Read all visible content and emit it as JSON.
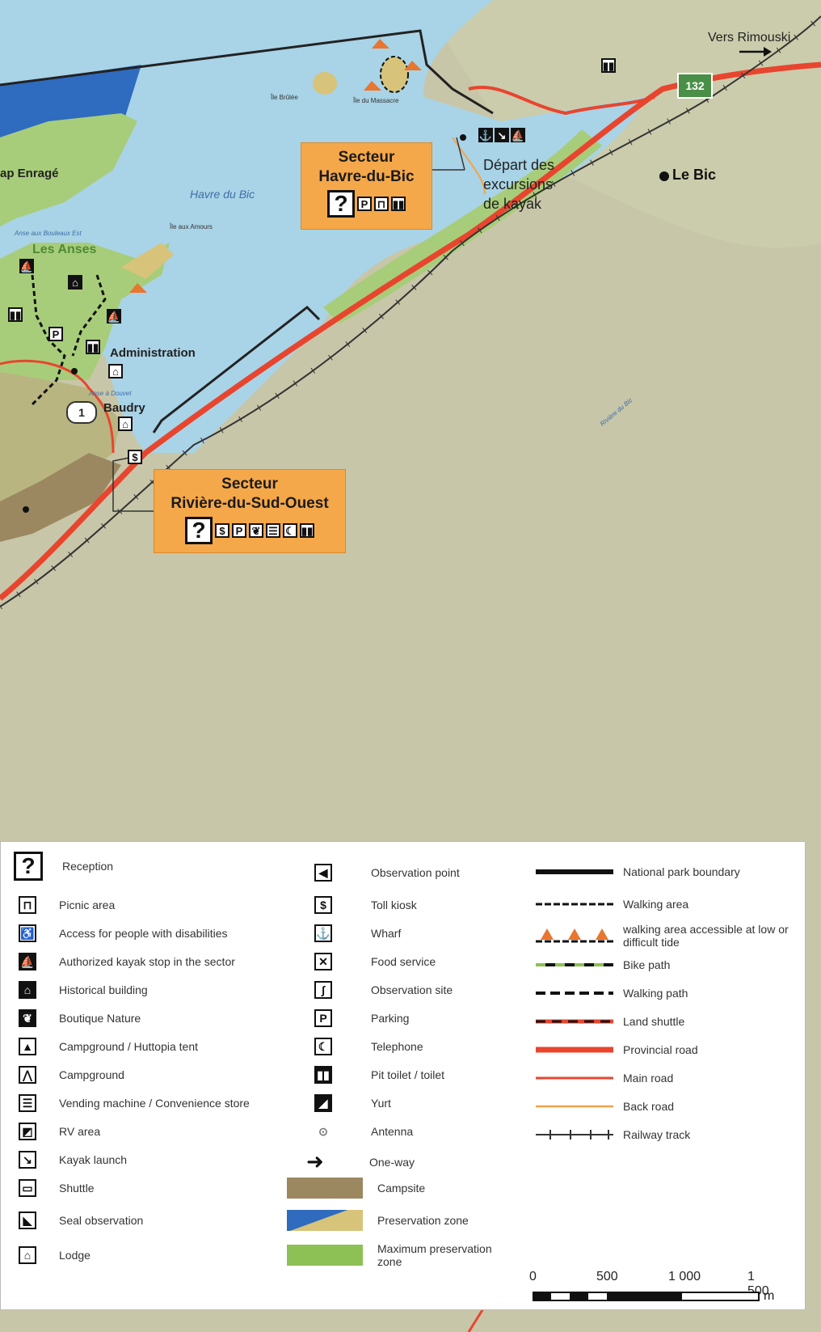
{
  "map": {
    "place_labels": {
      "vers_rimouski": "Vers Rimouski",
      "le_bic": "Le Bic",
      "cap_enrage": "ap Enragé",
      "les_anses": "Les Anses",
      "administration": "Administration",
      "baudry": "Baudry",
      "havre_du_bic": "Havre du Bic",
      "ile_aux_amours": "Île aux Amours",
      "ile_brulee": "Île Brûlée",
      "ile_du_massacre": "Île du Massacre",
      "anse_aux_bouleaux": "Anse aux Bouleaux Est",
      "anse_douvet": "Anse à Douvet",
      "depart_kayak": "Départ des excursions de kayak",
      "riviere_du_bic": "Rivière du Bic",
      "route_132": "132",
      "route_1": "1"
    },
    "sectors": [
      {
        "id": "havre-du-bic",
        "title_line1": "Secteur",
        "title_line2": "Havre-du-Bic",
        "icons": [
          "?",
          "P",
          "⊓",
          "▮▮"
        ]
      },
      {
        "id": "riviere-du-sud-ouest",
        "title_line1": "Secteur",
        "title_line2": "Rivière-du-Sud-Ouest",
        "icons": [
          "?",
          "$",
          "P",
          "❦",
          "☰",
          "☾",
          "▮▮"
        ]
      }
    ],
    "colors": {
      "water": "#a9d3e6",
      "land": "#c9c6a8",
      "park_green": "#a3cf7b",
      "provincial_road": "#e8452f",
      "sector_box": "#f5a84a",
      "campsite": "#9b8860"
    }
  },
  "legend": {
    "col1": [
      {
        "icon": "?",
        "label": "Reception"
      },
      {
        "icon": "⊓",
        "label": "Picnic area"
      },
      {
        "icon": "♿",
        "label": "Access for people with disabilities"
      },
      {
        "icon": "⛵",
        "label": "Authorized kayak stop in the sector"
      },
      {
        "icon": "⌂",
        "label": "Historical building"
      },
      {
        "icon": "❦",
        "label": "Boutique Nature"
      },
      {
        "icon": "▲",
        "label": "Campground / Huttopia tent"
      },
      {
        "icon": "⋀",
        "label": "Campground"
      },
      {
        "icon": "☰",
        "label": "Vending machine / Convenience store"
      },
      {
        "icon": "◩",
        "label": "RV area"
      },
      {
        "icon": "↘",
        "label": "Kayak launch"
      },
      {
        "icon": "▭",
        "label": "Shuttle"
      },
      {
        "icon": "◣",
        "label": "Seal observation"
      },
      {
        "icon": "⌂",
        "label": "Lodge"
      }
    ],
    "col2": [
      {
        "icon": "◀",
        "label": "Observation point"
      },
      {
        "icon": "$",
        "label": "Toll kiosk"
      },
      {
        "icon": "⚓",
        "label": "Wharf"
      },
      {
        "icon": "✕",
        "label": "Food service"
      },
      {
        "icon": "ʃ",
        "label": "Observation site"
      },
      {
        "icon": "P",
        "label": "Parking"
      },
      {
        "icon": "☾",
        "label": "Telephone"
      },
      {
        "icon": "▮▮",
        "label": "Pit toilet / toilet"
      },
      {
        "icon": "◢",
        "label": "Yurt"
      },
      {
        "icon": "⊙",
        "label": "Antenna"
      },
      {
        "icon": "➜",
        "label": "One-way"
      }
    ],
    "areas": [
      {
        "label": "Campsite"
      },
      {
        "label": "Preservation zone"
      },
      {
        "label": "Maximum preservation zone"
      }
    ],
    "col3": [
      {
        "label": "National park boundary"
      },
      {
        "label": "Walking area"
      },
      {
        "label": "walking area accessible at low or difficult tide"
      },
      {
        "label": "Bike path"
      },
      {
        "label": "Walking path"
      },
      {
        "label": "Land shuttle"
      },
      {
        "label": "Provincial road"
      },
      {
        "label": "Main road"
      },
      {
        "label": "Back road"
      },
      {
        "label": "Railway track"
      }
    ],
    "scale": {
      "ticks": [
        "0",
        "500",
        "1 000",
        "1 500"
      ],
      "unit": "m"
    }
  }
}
